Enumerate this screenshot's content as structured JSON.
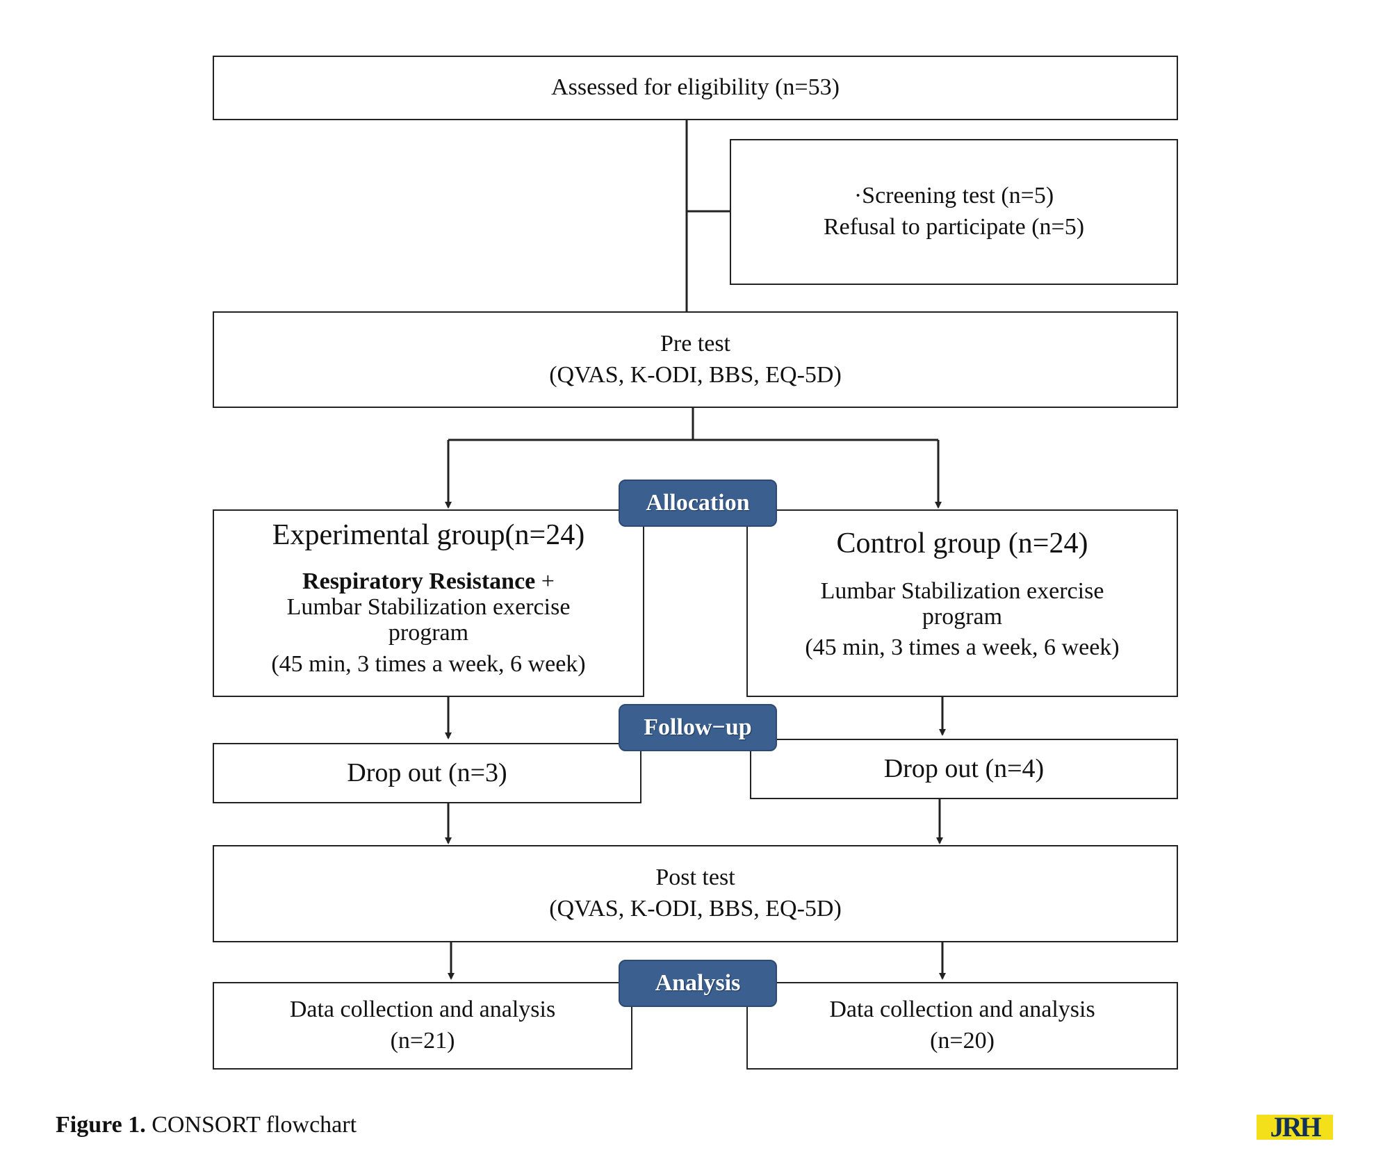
{
  "eligibility": {
    "text": "Assessed for eligibility (n=53)"
  },
  "exclusion": {
    "line1": "·Screening test (n=5)",
    "line2": "Refusal to participate (n=5)"
  },
  "pretest": {
    "line1": "Pre test",
    "line2": "(QVAS, K-ODI, BBS, EQ-5D)"
  },
  "stages": {
    "allocation": "Allocation",
    "followup": "Follow−up",
    "analysis": "Analysis"
  },
  "experimental": {
    "title": "Experimental group(n=24)",
    "bold": "Respiratory Resistance",
    "plus": " +",
    "line2": "Lumbar Stabilization exercise",
    "line3": "program",
    "schedule": "(45 min, 3 times a week, 6 week)"
  },
  "control": {
    "title": "Control group (n=24)",
    "line1": "Lumbar Stabilization exercise",
    "line2": "program",
    "schedule": "(45 min, 3 times a week, 6 week)"
  },
  "dropout": {
    "experimental": "Drop out (n=3)",
    "control": "Drop out (n=4)"
  },
  "posttest": {
    "line1": "Post test",
    "line2": "(QVAS, K-ODI, BBS, EQ-5D)"
  },
  "analysis_boxes": {
    "experimental": {
      "line1": "Data collection and analysis",
      "line2": "(n=21)"
    },
    "control": {
      "line1": "Data collection and analysis",
      "line2": "(n=20)"
    }
  },
  "caption": {
    "label": "Figure 1.",
    "text": " CONSORT flowchart"
  },
  "logo": {
    "text": "JRH",
    "bg_color": "#f3df1a",
    "fg_color": "#10305a"
  },
  "colors": {
    "stage_fill": "#3b5f8f",
    "line": "#222222"
  }
}
